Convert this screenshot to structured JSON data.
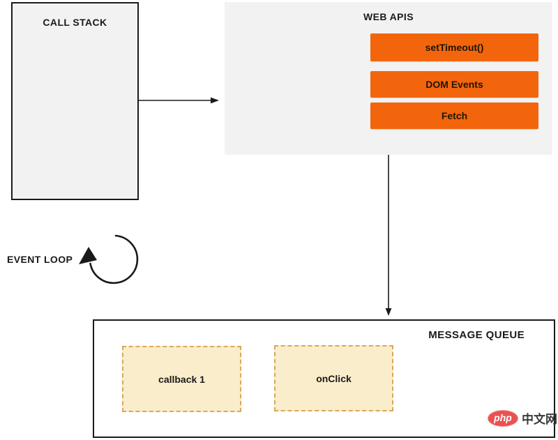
{
  "call_stack": {
    "title": "CALL STACK"
  },
  "web_apis": {
    "title": "WEB APIS",
    "items": [
      {
        "label": "setTimeout()"
      },
      {
        "label": "DOM Events"
      },
      {
        "label": "Fetch"
      }
    ]
  },
  "event_loop": {
    "label": "EVENT LOOP"
  },
  "message_queue": {
    "title": "MESSAGE QUEUE",
    "items": [
      {
        "label": "callback 1"
      },
      {
        "label": "onClick"
      }
    ]
  },
  "watermark": {
    "logo_text": "php",
    "site_text": "中文网"
  },
  "colors": {
    "api_button_orange": "#F2650D",
    "panel_gray": "#F2F2F2",
    "queue_item_fill": "#FAEDCB",
    "queue_item_border": "#D9A85C",
    "watermark_red": "#E85352",
    "line_black": "#1A1A1A"
  }
}
